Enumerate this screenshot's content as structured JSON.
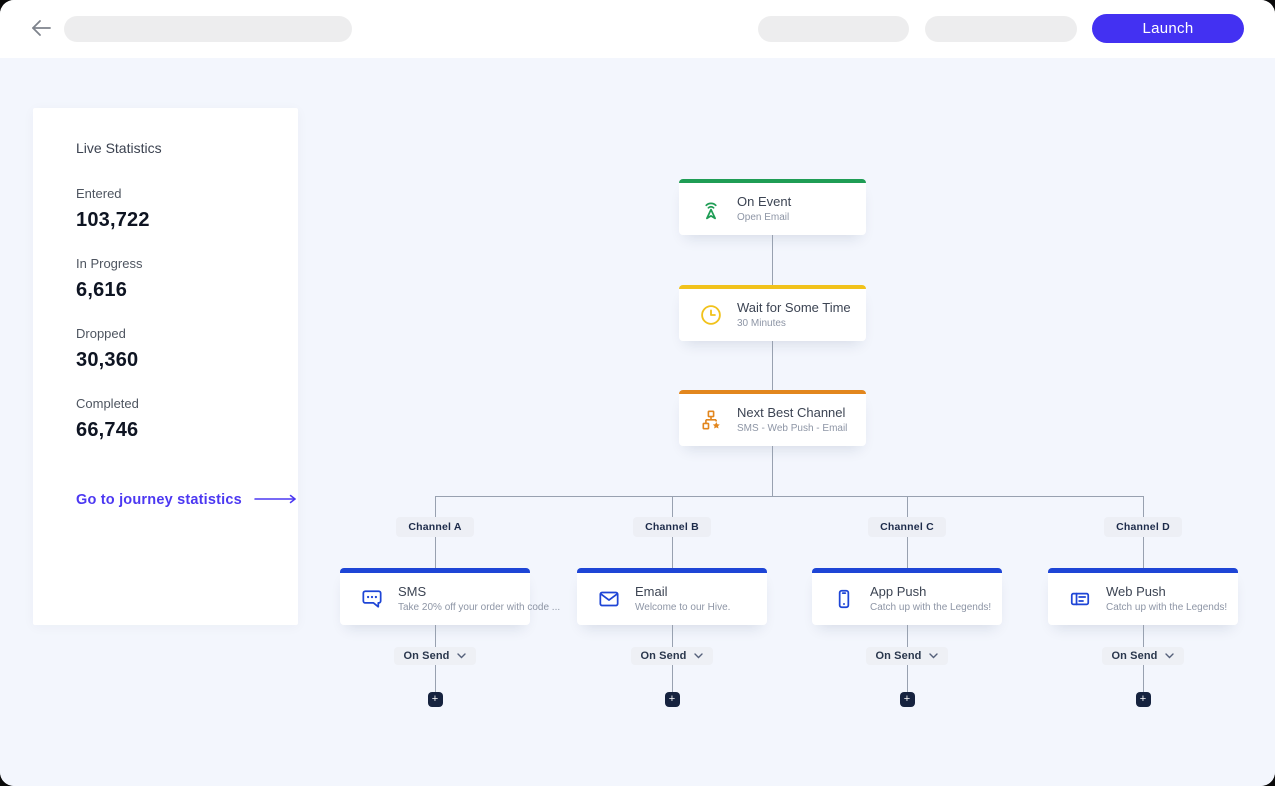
{
  "topbar": {
    "back_icon": "arrow-left",
    "launch_label": "Launch"
  },
  "sidebar": {
    "title": "Live Statistics",
    "stats": [
      {
        "label": "Entered",
        "value": "103,722"
      },
      {
        "label": "In Progress",
        "value": "6,616"
      },
      {
        "label": "Dropped",
        "value": "30,360"
      },
      {
        "label": "Completed",
        "value": "66,746"
      }
    ],
    "link_label": "Go to journey statistics"
  },
  "flow": {
    "trigger_nodes": [
      {
        "title": "On Event",
        "subtitle": "Open Email",
        "icon": "broadcast-icon"
      },
      {
        "title": "Wait for Some Time",
        "subtitle": "30 Minutes",
        "icon": "clock-icon"
      },
      {
        "title": "Next Best Channel",
        "subtitle": "SMS - Web Push - Email",
        "icon": "hierarchy-star-icon"
      }
    ],
    "branches": [
      {
        "label": "Channel A",
        "condition": "On Send",
        "node": {
          "title": "SMS",
          "subtitle": "Take 20% off your order with code ...",
          "icon": "sms-icon"
        }
      },
      {
        "label": "Channel B",
        "condition": "On Send",
        "node": {
          "title": "Email",
          "subtitle": "Welcome to our Hive.",
          "icon": "email-icon"
        }
      },
      {
        "label": "Channel C",
        "condition": "On Send",
        "node": {
          "title": "App Push",
          "subtitle": "Catch up with the Legends!",
          "icon": "app-push-icon"
        }
      },
      {
        "label": "Channel D",
        "condition": "On Send",
        "node": {
          "title": "Web Push",
          "subtitle": "Catch up with the Legends!",
          "icon": "web-push-icon"
        }
      }
    ],
    "add_button_label": "+"
  },
  "colors": {
    "launch_button": "#4331f2",
    "link": "#4c38f2",
    "accent_green": "#1f9d55",
    "accent_yellow": "#f1c21b",
    "accent_orange": "#e2861d",
    "accent_blue": "#1e45d6",
    "connector": "#98a1b0",
    "canvas_bg": "#f3f6fd",
    "plus_button_bg": "#16233f"
  }
}
